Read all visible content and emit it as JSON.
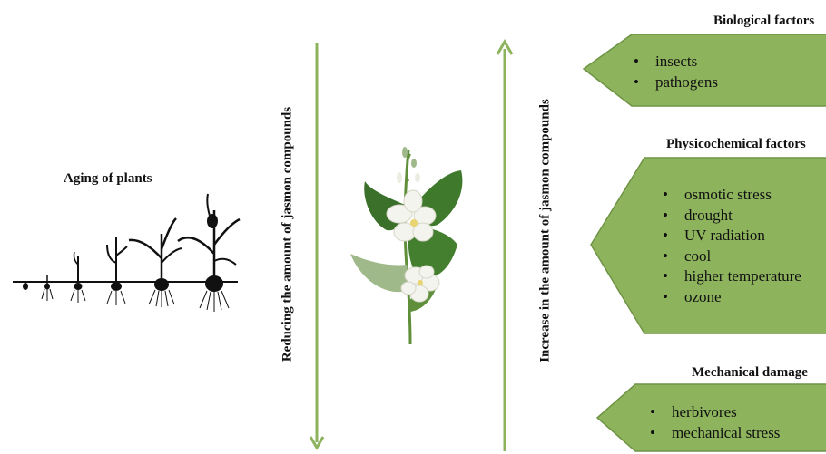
{
  "aging": {
    "title": "Aging of plants"
  },
  "arrows": {
    "decrease_label": "Reducing the amount of jasmon compounds",
    "increase_label": "Increase in the amount of jasmon compounds",
    "color": "#8db35d"
  },
  "factors": [
    {
      "title": "Biological factors",
      "items": [
        "insects",
        "pathogens"
      ]
    },
    {
      "title": "Physicochemical factors",
      "items": [
        "osmotic stress",
        "drought",
        "UV radiation",
        "cool",
        "higher temperature",
        "ozone"
      ]
    },
    {
      "title": "Mechanical damage",
      "items": [
        "herbivores",
        "mechanical stress"
      ]
    }
  ],
  "colors": {
    "box_fill": "#8db35d",
    "box_border": "#6f9446",
    "leaf": "#3f7a2c",
    "flower": "#f4f4ee"
  },
  "icons": [
    "plant-growth-stages-icon",
    "jasmine-flower-icon"
  ]
}
